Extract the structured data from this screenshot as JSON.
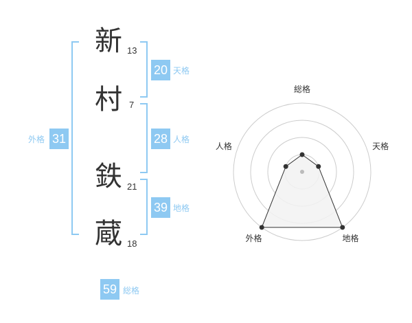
{
  "name": {
    "characters": [
      {
        "char": "新",
        "strokes": "13"
      },
      {
        "char": "村",
        "strokes": "7"
      },
      {
        "char": "鉄",
        "strokes": "21"
      },
      {
        "char": "蔵",
        "strokes": "18"
      }
    ]
  },
  "fortunes": {
    "tenkaku": {
      "value": "20",
      "label": "天格"
    },
    "jinkaku": {
      "value": "28",
      "label": "人格"
    },
    "chikaku": {
      "value": "39",
      "label": "地格"
    },
    "gaikaku": {
      "value": "31",
      "label": "外格"
    },
    "soukaku": {
      "value": "59",
      "label": "総格"
    }
  },
  "radar": {
    "axes": [
      "総格",
      "天格",
      "地格",
      "外格",
      "人格"
    ],
    "values": [
      1,
      1,
      4,
      4,
      1
    ],
    "max_level": 4,
    "colors": {
      "grid": "#cccccc",
      "fill": "#f2f2f2",
      "line": "#333333",
      "center": "#bbbbbb"
    }
  }
}
